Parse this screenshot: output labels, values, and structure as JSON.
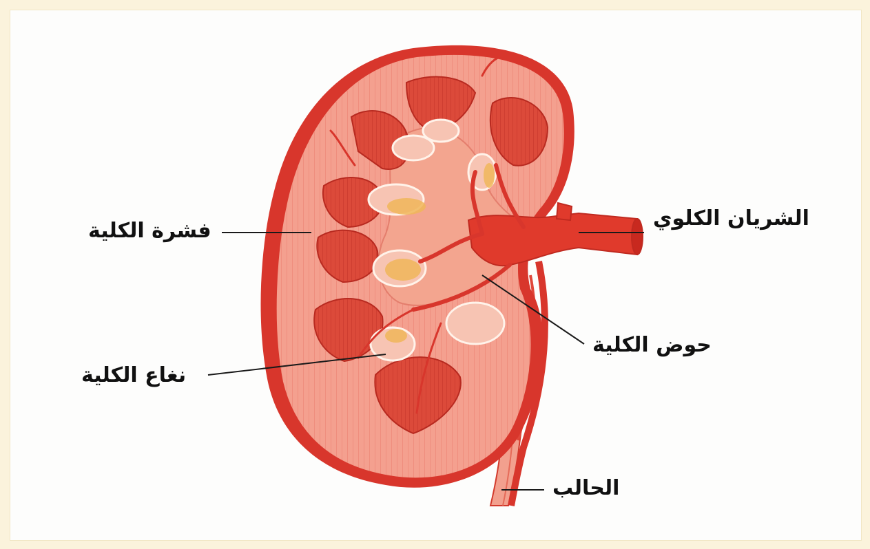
{
  "labels": {
    "cortex": "فشرة الكلية",
    "renal_artery": "الشريان الكلوي",
    "renal_pelvis": "حوض الكلية",
    "medulla": "نغاع الكلية",
    "ureter": "الحالب"
  },
  "colors": {
    "outer_border": "#fbf3dc",
    "panel": "#fdfdfc",
    "capsule": "#d8362c",
    "cortex": "#f4a08f",
    "pyramid": "#dc4a3a",
    "pelvis": "#f3a58f",
    "vessel": "#e03a2c",
    "fat": "#f0b75a",
    "leader_line": "#1a1a1a"
  }
}
